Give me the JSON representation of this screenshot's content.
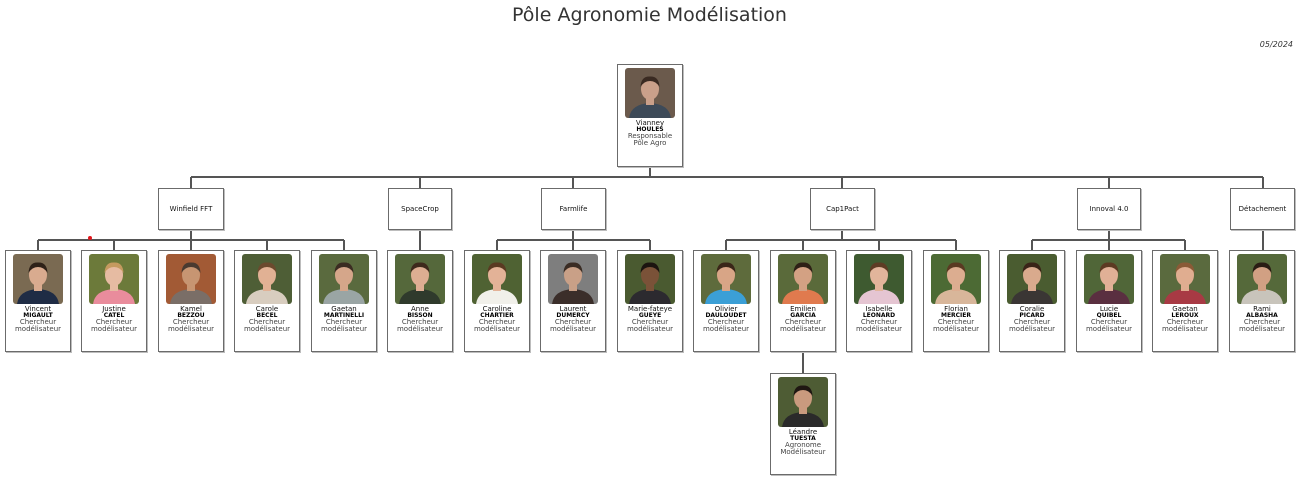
{
  "title": "Pôle Agronomie Modélisation",
  "date": "05/2024",
  "colors": {
    "line": "#555555",
    "border": "#6b6b6b",
    "marker": "#e0161b"
  },
  "head": {
    "first_name": "Vianney",
    "last_name": "HOULES",
    "role": "Responsable Pôle Agro",
    "photo_bg": "#6b5a4c",
    "skin": "#caa08a",
    "hair": "#3a2a22",
    "shirt": "#3d4a58"
  },
  "teams": [
    {
      "name": "Winfield FFT",
      "members": [
        {
          "first_name": "Vincent",
          "last_name": "MIGAULT",
          "role": "Chercheur modélisateur",
          "photo_bg": "#7a6a52",
          "skin": "#d9ab8f",
          "hair": "#2e2118",
          "shirt": "#1f2c45"
        },
        {
          "first_name": "Justine",
          "last_name": "CATEL",
          "role": "Chercheur modélisateur",
          "photo_bg": "#6c7a3a",
          "skin": "#e6bba2",
          "hair": "#c49a5f",
          "shirt": "#e98c9c"
        },
        {
          "first_name": "Kamel",
          "last_name": "BEZZOU",
          "role": "Chercheur modélisateur",
          "photo_bg": "#a25a35",
          "skin": "#c79572",
          "hair": "#4a3a30",
          "shirt": "#7a6e67"
        },
        {
          "first_name": "Carole",
          "last_name": "BECEL",
          "role": "Chercheur modélisateur",
          "photo_bg": "#4e5e36",
          "skin": "#e1b194",
          "hair": "#6b4a2e",
          "shirt": "#d8cdbf"
        },
        {
          "first_name": "Gaetan",
          "last_name": "MARTINELLI",
          "role": "Chercheur modélisateur",
          "photo_bg": "#5a6a3e",
          "skin": "#d5a68a",
          "hair": "#3b2c22",
          "shirt": "#9aa5a4"
        }
      ]
    },
    {
      "name": "SpaceCrop",
      "members": [
        {
          "first_name": "Anne",
          "last_name": "BISSON",
          "role": "Chercheur modélisateur",
          "photo_bg": "#55683b",
          "skin": "#ddae92",
          "hair": "#3e2a1c",
          "shirt": "#2f3a2c"
        }
      ]
    },
    {
      "name": "Farmlife",
      "members": [
        {
          "first_name": "Caroline",
          "last_name": "CHARTIER",
          "role": "Chercheur modélisateur",
          "photo_bg": "#4f6233",
          "skin": "#e3b297",
          "hair": "#5a3a22",
          "shirt": "#f1f0ea"
        },
        {
          "first_name": "Laurent",
          "last_name": "DUMERCY",
          "role": "Chercheur modélisateur",
          "photo_bg": "#7e7e7e",
          "skin": "#c9a087",
          "hair": "#3a2c24",
          "shirt": "#3b2e2a"
        },
        {
          "first_name": "Marie-fateye",
          "last_name": "GUEYE",
          "role": "Chercheur modélisateur",
          "photo_bg": "#4a5a30",
          "skin": "#7a5238",
          "hair": "#1c1410",
          "shirt": "#2c2a2f"
        }
      ]
    },
    {
      "name": "Cap1Pact",
      "members": [
        {
          "first_name": "Olivier",
          "last_name": "DAULOUDET",
          "role": "Chercheur modélisateur",
          "photo_bg": "#5e6b3c",
          "skin": "#d8a586",
          "hair": "#3a2618",
          "shirt": "#3b9fd6"
        },
        {
          "first_name": "Emilien",
          "last_name": "GARCIA",
          "role": "Chercheur modélisateur",
          "photo_bg": "#5a6a3a",
          "skin": "#d3a183",
          "hair": "#2e2016",
          "shirt": "#e07a4e"
        },
        {
          "first_name": "Isabelle",
          "last_name": "LEONARD",
          "role": "Chercheur modélisateur",
          "photo_bg": "#3e5a30",
          "skin": "#e2b59b",
          "hair": "#5e3c24",
          "shirt": "#e5c5d2"
        },
        {
          "first_name": "Florian",
          "last_name": "MERCIER",
          "role": "Chercheur modélisateur",
          "photo_bg": "#4c6a34",
          "skin": "#dcad90",
          "hair": "#5a3a22",
          "shirt": "#d8b69a"
        }
      ]
    },
    {
      "name": "Innoval 4.0",
      "members": [
        {
          "first_name": "Coralie",
          "last_name": "PICARD",
          "role": "Chercheur modélisateur",
          "photo_bg": "#4a5c30",
          "skin": "#d9aa8d",
          "hair": "#3a2418",
          "shirt": "#3a3634"
        },
        {
          "first_name": "Lucie",
          "last_name": "QUIBEL",
          "role": "Chercheur modélisateur",
          "photo_bg": "#506638",
          "skin": "#e0b096",
          "hair": "#5c3a22",
          "shirt": "#5a2f40"
        },
        {
          "first_name": "Gaetan",
          "last_name": "LEROUX",
          "role": "Chercheur modélisateur",
          "photo_bg": "#5a6a3e",
          "skin": "#e0ad90",
          "hair": "#8a5a36",
          "shirt": "#a83a44"
        }
      ]
    },
    {
      "name": "Détachement",
      "members": [
        {
          "first_name": "Rami",
          "last_name": "ALBASHA",
          "role": "Chercheur modélisateur",
          "photo_bg": "#55693a",
          "skin": "#d1a083",
          "hair": "#2a1d14",
          "shirt": "#c8c4bb"
        }
      ]
    }
  ],
  "sub_member": {
    "first_name": "Léandre",
    "last_name": "TUESTA",
    "role": "Agronome Modélisateur",
    "photo_bg": "#4e5c34",
    "skin": "#c99a7e",
    "hair": "#1f1712",
    "shirt": "#2a2a2a"
  }
}
